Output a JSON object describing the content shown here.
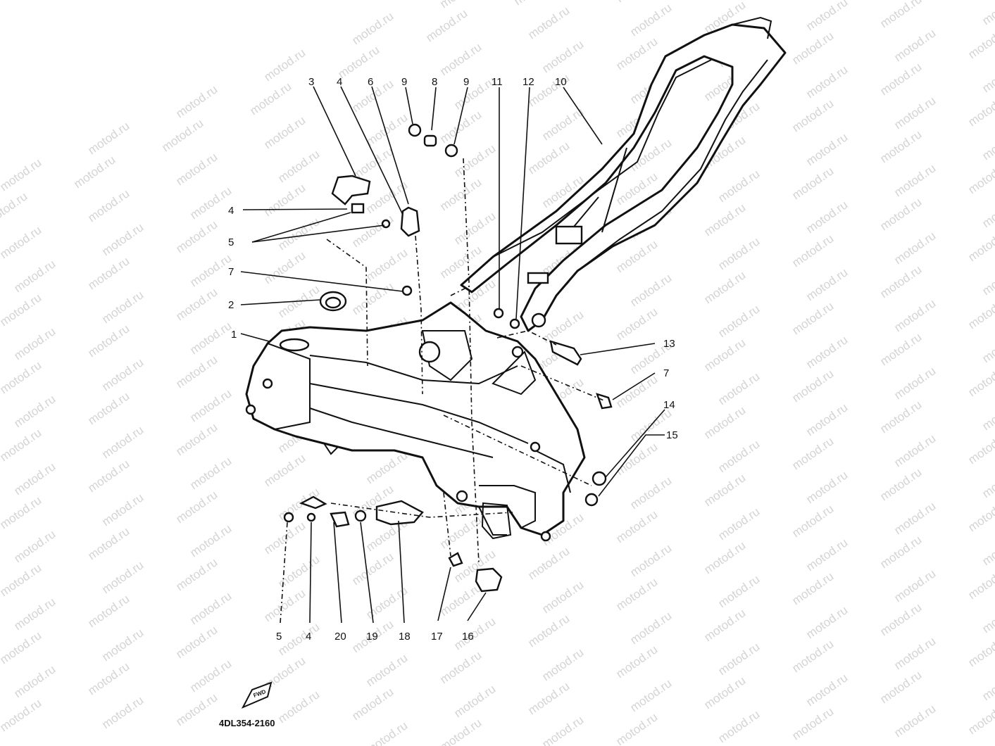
{
  "diagram": {
    "watermark": "motod.ru",
    "diagram_code": "4DL354-2160",
    "arrow_label": "FWD",
    "callouts": [
      {
        "id": "c3",
        "label": "3"
      },
      {
        "id": "c4a",
        "label": "4"
      },
      {
        "id": "c6",
        "label": "6"
      },
      {
        "id": "c9a",
        "label": "9"
      },
      {
        "id": "c8",
        "label": "8"
      },
      {
        "id": "c9b",
        "label": "9"
      },
      {
        "id": "c11",
        "label": "11"
      },
      {
        "id": "c12",
        "label": "12"
      },
      {
        "id": "c10",
        "label": "10"
      },
      {
        "id": "c4b",
        "label": "4"
      },
      {
        "id": "c5a",
        "label": "5"
      },
      {
        "id": "c7a",
        "label": "7"
      },
      {
        "id": "c2",
        "label": "2"
      },
      {
        "id": "c1",
        "label": "1"
      },
      {
        "id": "c13",
        "label": "13"
      },
      {
        "id": "c7b",
        "label": "7"
      },
      {
        "id": "c14",
        "label": "14"
      },
      {
        "id": "c15",
        "label": "15"
      },
      {
        "id": "c5b",
        "label": "5"
      },
      {
        "id": "c4c",
        "label": "4"
      },
      {
        "id": "c20",
        "label": "20"
      },
      {
        "id": "c19",
        "label": "19"
      },
      {
        "id": "c18",
        "label": "18"
      },
      {
        "id": "c17",
        "label": "17"
      },
      {
        "id": "c16",
        "label": "16"
      }
    ]
  }
}
